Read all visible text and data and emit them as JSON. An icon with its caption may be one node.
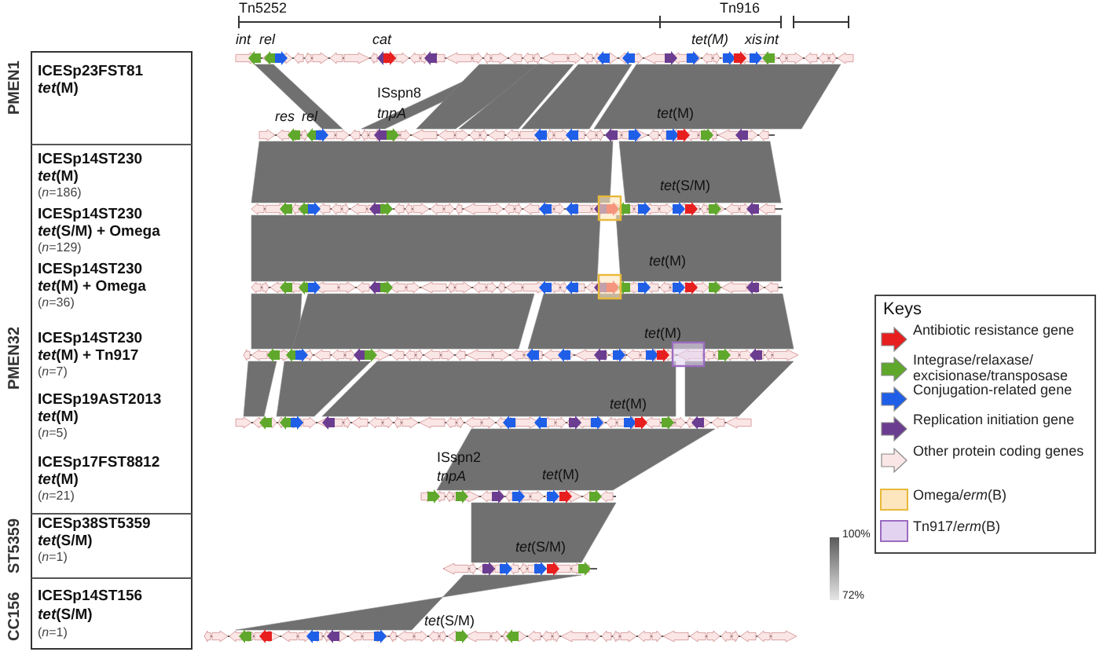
{
  "diagram": {
    "labels": [
      "Tn5252",
      "Tn916",
      "*int*",
      "*rel*",
      "*cat*",
      "*tet(M)*",
      "*xis*",
      "*int*",
      "*res*",
      "*rel*",
      "ISspn8",
      "*tnpA*",
      "*tet*(M)",
      "*tet*(S/M)",
      "*tet*(M)",
      "*tet*(M)",
      "*tet*(M)",
      "ISspn2",
      "*tnpA*",
      "*tet*(M)",
      "*tet*(S/M)",
      "*tet*(S/M)",
      "PMEN1",
      "ICESp23FST81",
      "*tet*(M)",
      "PMEN32",
      "ICESp14ST230",
      "*tet*(M)",
      "(*n*=186)",
      "ICESp14ST230",
      "*tet*(S/M) + Omega",
      "(*n*=129)",
      "ICESp14ST230",
      "*tet*(M) + Omega",
      "(*n*=36)",
      "ICESp14ST230",
      "*tet*(M) + Tn917",
      "(*n*=7)",
      "ICESp19AST2013",
      "*tet*(M)",
      "(*n*=5)",
      "ICESp17FST8812",
      "*tet*(M)",
      "(*n*=21)",
      "ST5359",
      "ICESp38ST5359",
      "*tet*(S/M)",
      "(*n*=1)",
      "CC156",
      "ICESp14ST156",
      "*tet*(S/M)",
      "(*n*=1)",
      "100%",
      "72%",
      "Keys"
    ],
    "legend": [
      {
        "text": "Antibiotic resistance gene",
        "color": "#e81f1f"
      },
      {
        "text": "Integrase/relaxase/ excisionase/transposase",
        "color": "#5fa82c"
      },
      {
        "text": "Conjugation-related gene",
        "color": "#1f5fe8"
      },
      {
        "text": "Replication initiation gene",
        "color": "#6b3d91"
      },
      {
        "text": "Other protein coding genes",
        "color": "#fbe6e6"
      },
      {
        "text": "Omega/*erm*(B)",
        "color": "#fde5bd"
      },
      {
        "text": "Tn917/*erm*(B)",
        "color": "#e3d3f0"
      }
    ]
  }
}
